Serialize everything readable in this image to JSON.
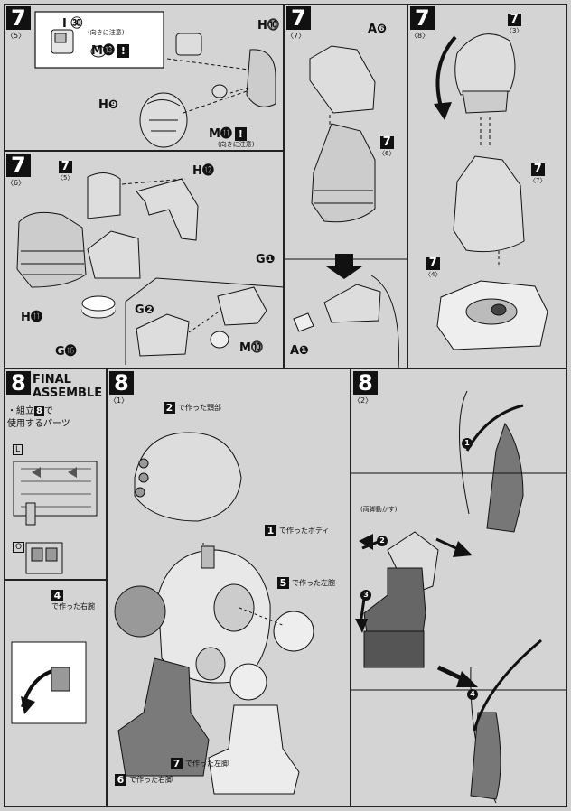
{
  "steps": {
    "s7_5": {
      "num": "7",
      "sub": "〈5〉"
    },
    "s7_6": {
      "num": "7",
      "sub": "〈6〉"
    },
    "s7_7": {
      "num": "7",
      "sub": "〈7〉"
    },
    "s7_8": {
      "num": "7",
      "sub": "〈8〉"
    },
    "s8": {
      "num": "8"
    },
    "s8_1": {
      "num": "8",
      "sub": "〈1〉"
    },
    "s8_2": {
      "num": "8",
      "sub": "〈2〉"
    }
  },
  "panel_7_5": {
    "part_i": "I ㉚",
    "part_m13": "M⓭",
    "part_h10": "H⓾",
    "part_h9": "H❾",
    "part_m11": "M⓫",
    "orient_note_1": "(向きに注意)",
    "orient_note_2": "(向きに注意)",
    "warn": "!"
  },
  "panel_7_6": {
    "ref_5": {
      "b": "7",
      "s": "〈5〉"
    },
    "part_h12": "H⓬",
    "part_h11": "H⓫",
    "part_g16": "G⓰",
    "part_g1": "G❶",
    "part_g2": "G❷",
    "part_m10": "M⓾"
  },
  "panel_7_7": {
    "part_a6": "A❻",
    "ref_6": {
      "b": "7",
      "s": "〈6〉"
    },
    "part_a1": "A❶"
  },
  "panel_7_8": {
    "ref_3": {
      "b": "7",
      "s": "〈3〉"
    },
    "ref_7": {
      "b": "7",
      "s": "〈7〉"
    },
    "ref_4": {
      "b": "7",
      "s": "〈4〉"
    }
  },
  "sidebar": {
    "title": "FINAL ASSEMBLE",
    "usage_prefix": "・組立",
    "usage_num": "8",
    "usage_suffix": "で",
    "usage_line2": "使用するパーツ",
    "runner_l": "L",
    "runner_o": "O"
  },
  "panel_8_1": {
    "head_num": "2",
    "head_label": "で作った頭部",
    "body_num": "1",
    "body_label": "で作ったボディ",
    "left_arm_num": "5",
    "left_arm_label": "で作った左腕",
    "right_arm_num": "4",
    "right_arm_label": "で作った右腕",
    "left_leg_num": "7",
    "left_leg_label": "で作った左脚",
    "right_leg_num": "6",
    "right_leg_label": "で作った右脚"
  },
  "panel_8_2": {
    "both_legs_note": "(両脚動かす)",
    "step_1": "1",
    "step_2": "2",
    "step_3": "3",
    "step_4": "4"
  }
}
